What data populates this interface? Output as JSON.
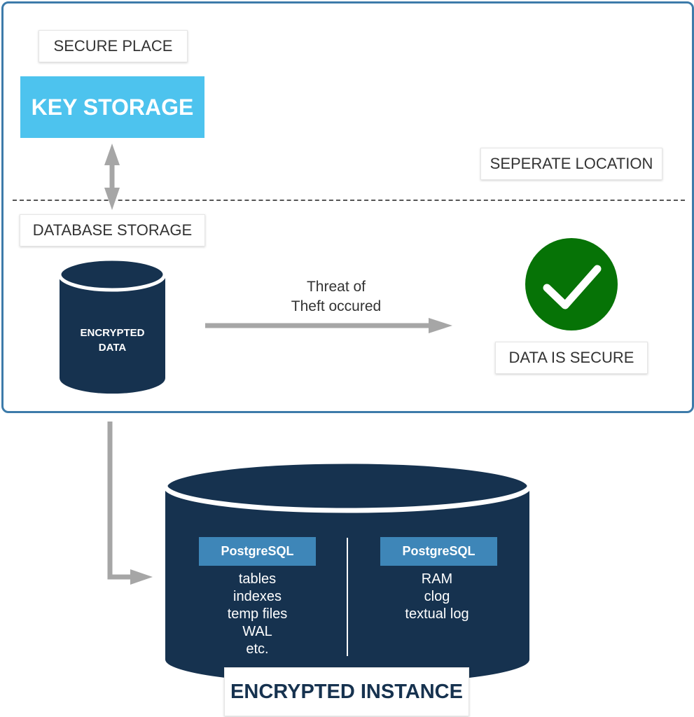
{
  "labels": {
    "secure_place": "SECURE PLACE",
    "key_storage": "KEY STORAGE",
    "separate_location": "SEPERATE LOCATION",
    "database_storage": "DATABASE STORAGE",
    "encrypted_data": "ENCRYPTED\nDATA",
    "threat": "Threat of\nTheft occured",
    "data_secure": "DATA IS SECURE",
    "encrypted_instance": "ENCRYPTED INSTANCE"
  },
  "instance": {
    "left": {
      "badge": "PostgreSQL",
      "items": [
        "tables",
        "indexes",
        "temp files",
        "WAL",
        "etc."
      ]
    },
    "right": {
      "badge": "PostgreSQL",
      "items": [
        "RAM",
        "clog",
        "textual log"
      ]
    }
  },
  "icons": {
    "check": "check-circle-icon",
    "bidirectional_arrow": "double-arrow-icon",
    "flow_arrow": "arrow-right-icon"
  },
  "colors": {
    "frame_border": "#3d7baa",
    "key_storage_fill": "#4dc3ee",
    "cylinder_fill": "#16324f",
    "check_fill": "#067306",
    "badge_fill": "#3e86b8",
    "arrow": "#a6a6a6"
  }
}
